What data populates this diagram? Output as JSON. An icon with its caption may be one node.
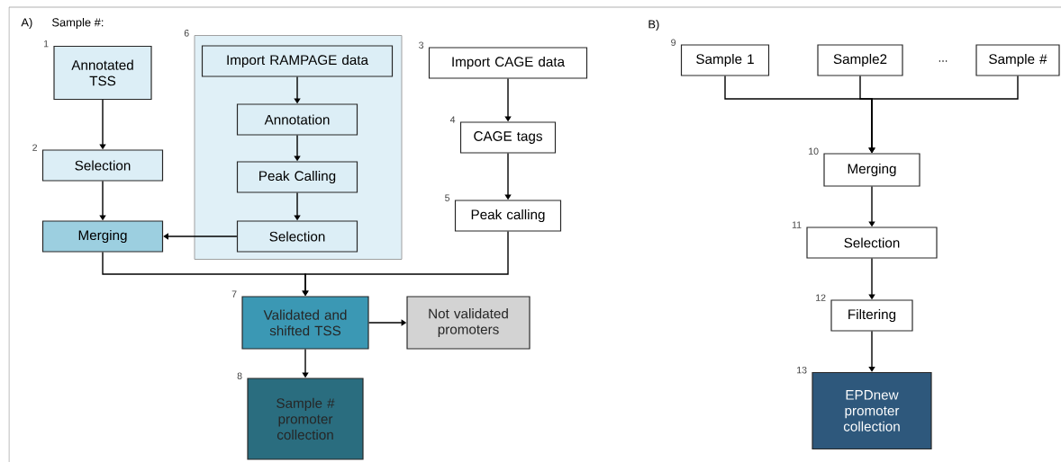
{
  "diagram": {
    "nodes": [
      {
        "text": [
          "Annotated TSS"
        ],
        "beside": [
          "1"
        ]
      },
      {
        "text": [
          "Selection"
        ],
        "beside": [
          "2"
        ]
      },
      {
        "text": [
          "Merging"
        ]
      },
      {
        "text": [],
        "shape": "box",
        "beside": [
          "6"
        ]
      },
      {
        "text": [
          "Import RAMPAGE data"
        ],
        "in": 3
      },
      {
        "text": [
          "Annotation"
        ],
        "in": 3
      },
      {
        "text": [
          "Peak Calling"
        ],
        "in": 3
      },
      {
        "text": [
          "Selection"
        ],
        "in": 3
      },
      {
        "text": [
          "Import CAGE data"
        ],
        "beside": [
          "3"
        ]
      },
      {
        "text": [
          "CAGE tags"
        ],
        "beside": [
          "4"
        ]
      },
      {
        "text": [
          "Peak calling"
        ],
        "beside": [
          "5"
        ]
      },
      {
        "text": [
          "Validated and shifted TSS"
        ],
        "beside": [
          "7"
        ]
      },
      {
        "text": [
          "Not validated promoters"
        ]
      },
      {
        "text": [
          "Sample # promoter collection"
        ],
        "beside": [
          "8"
        ]
      },
      {
        "text": [
          "Sample 1"
        ],
        "beside": [
          "9"
        ]
      },
      {
        "text": [
          "Sample2"
        ]
      },
      {
        "text": [
          "Sample #"
        ]
      },
      {
        "text": [
          "Merging"
        ],
        "beside": [
          "10"
        ]
      },
      {
        "text": [
          "Selection"
        ],
        "beside": [
          "11"
        ]
      },
      {
        "text": [
          "Filtering"
        ],
        "beside": [
          "12"
        ]
      },
      {
        "text": [
          "EPDnew promoter collection"
        ],
        "beside": [
          "13"
        ]
      }
    ],
    "edges": [
      {
        "from": 0,
        "to": 1,
        "arrow": "to"
      },
      {
        "from": 1,
        "to": 2,
        "arrow": "to"
      },
      {
        "from": 4,
        "to": 5,
        "arrow": "to"
      },
      {
        "from": 5,
        "to": 6,
        "arrow": "to"
      },
      {
        "from": 6,
        "to": 7,
        "arrow": "to"
      },
      {
        "from": 7,
        "to": 2,
        "arrow": "to"
      },
      {
        "from": 8,
        "to": 9,
        "arrow": "to"
      },
      {
        "from": 9,
        "to": 10,
        "arrow": "to"
      },
      {
        "from": 2,
        "to": 11,
        "arrow": "to"
      },
      {
        "from": 10,
        "to": 11,
        "arrow": "to"
      },
      {
        "from": 11,
        "to": 12,
        "arrow": "to"
      },
      {
        "from": 11,
        "to": 13,
        "arrow": "to"
      },
      {
        "from": 14,
        "to": 17,
        "arrow": "to"
      },
      {
        "from": 15,
        "to": 17,
        "arrow": "to"
      },
      {
        "from": 16,
        "to": 17,
        "arrow": "to"
      },
      {
        "from": 17,
        "to": 18,
        "arrow": "to"
      },
      {
        "from": 18,
        "to": 19,
        "arrow": "to"
      },
      {
        "from": 19,
        "to": 20,
        "arrow": "to"
      }
    ],
    "labels": [
      "A)",
      "Sample #:",
      "B)",
      "..."
    ]
  }
}
